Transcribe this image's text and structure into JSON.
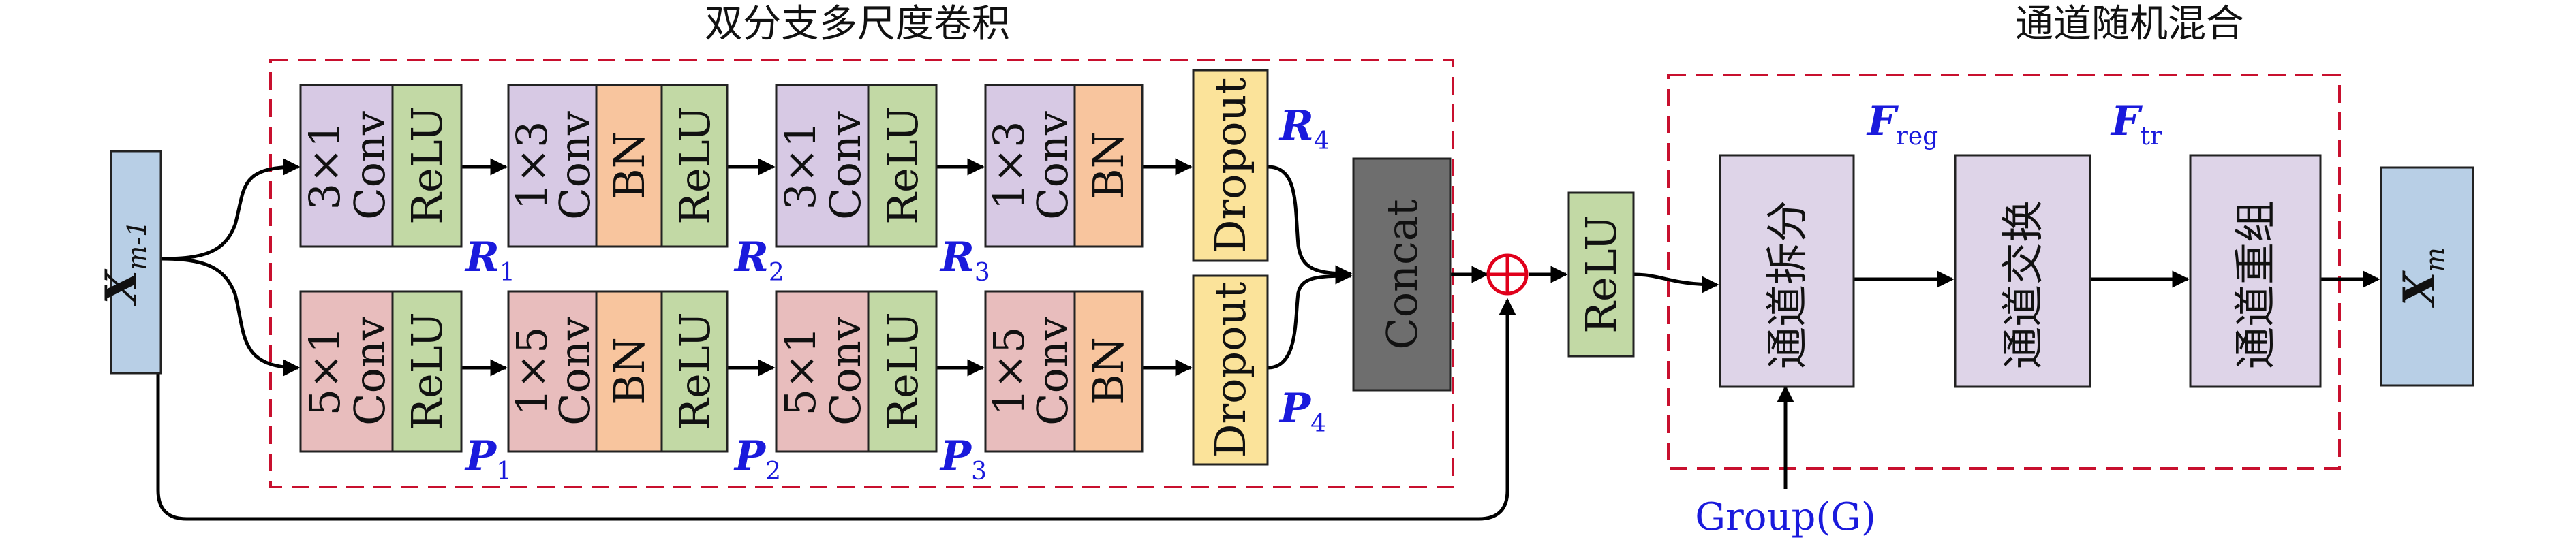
{
  "titles": {
    "left": "双分支多尺度卷积",
    "right": "通道随机混合"
  },
  "colors": {
    "purple": "#d7c9e4",
    "green": "#c2d9a5",
    "orange": "#f8c59e",
    "pink": "#e8bdbd",
    "yellow": "#fbe39a",
    "blue": "#b8cfe6",
    "gray": "#6e6e6e",
    "lavender": "#ded4e8",
    "frame": "#c8102e",
    "label": "#1a1adc"
  },
  "input": {
    "main": "X",
    "sub": "m-1"
  },
  "output": {
    "main": "X",
    "sub": "m"
  },
  "top_branch": {
    "b1": [
      "3×1",
      "Conv",
      "ReLU"
    ],
    "b2": [
      "1×3",
      "Conv",
      "BN",
      "ReLU"
    ],
    "b3": [
      "3×1",
      "Conv",
      "ReLU"
    ],
    "b4": [
      "1×3",
      "Conv",
      "BN"
    ],
    "dropout": "Dropout",
    "labels": [
      {
        "main": "R",
        "sub": "1"
      },
      {
        "main": "R",
        "sub": "2"
      },
      {
        "main": "R",
        "sub": "3"
      },
      {
        "main": "R",
        "sub": "4"
      }
    ]
  },
  "bottom_branch": {
    "b1": [
      "5×1",
      "Conv",
      "ReLU"
    ],
    "b2": [
      "1×5",
      "Conv",
      "BN",
      "ReLU"
    ],
    "b3": [
      "5×1",
      "Conv",
      "ReLU"
    ],
    "b4": [
      "1×5",
      "Conv",
      "BN"
    ],
    "dropout": "Dropout",
    "labels": [
      {
        "main": "P",
        "sub": "1"
      },
      {
        "main": "P",
        "sub": "2"
      },
      {
        "main": "P",
        "sub": "3"
      },
      {
        "main": "P",
        "sub": "4"
      }
    ]
  },
  "concat": "Concat",
  "relu": "ReLU",
  "shuffle": {
    "split": "通道拆分",
    "exchange": "通道交换",
    "regroup": "通道重组",
    "f_reg": {
      "main": "F",
      "sub": "reg"
    },
    "f_tr": {
      "main": "F",
      "sub": "tr"
    },
    "group": "Group(G)"
  }
}
